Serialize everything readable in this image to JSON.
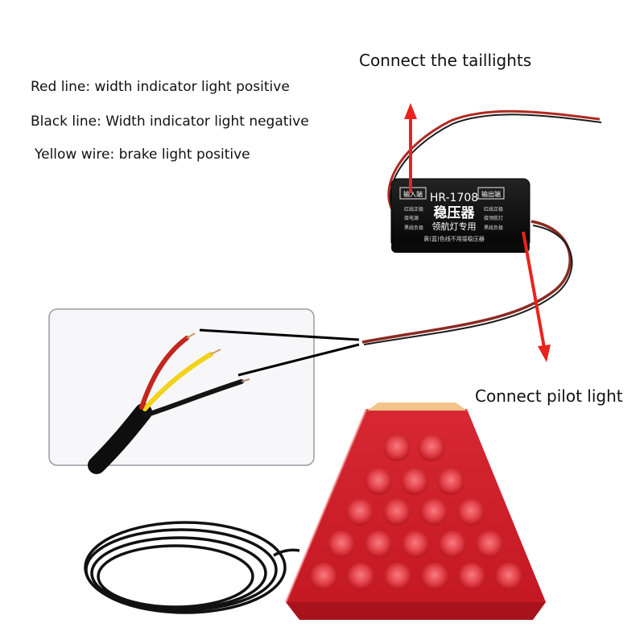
{
  "legend": {
    "red_line": "Red line: width indicator light positive",
    "black_line": "Black line: Width indicator light negative",
    "yellow_wire": "Yellow wire: brake light positive"
  },
  "callouts": {
    "taillights": "Connect the taillights",
    "pilot_light": "Connect pilot light"
  },
  "regulator": {
    "model": "HR-1708",
    "name": "稳压器",
    "subtitle": "领航灯专用",
    "input_tag": "输入端",
    "output_tag": "输出端",
    "input_labels": [
      "红线正极",
      "接电源",
      "黑线负极"
    ],
    "output_labels": [
      "红线正极",
      "接领航灯",
      "黑线负极"
    ],
    "footer_note": "黄(蓝)色线不用接稳压器"
  },
  "colors": {
    "arrow": "#e8231d",
    "wire_red": "#c2261f",
    "wire_yellow": "#f2d21b",
    "wire_black": "#111111",
    "lamp_red": "#d9252e",
    "box_body": "#131313"
  }
}
